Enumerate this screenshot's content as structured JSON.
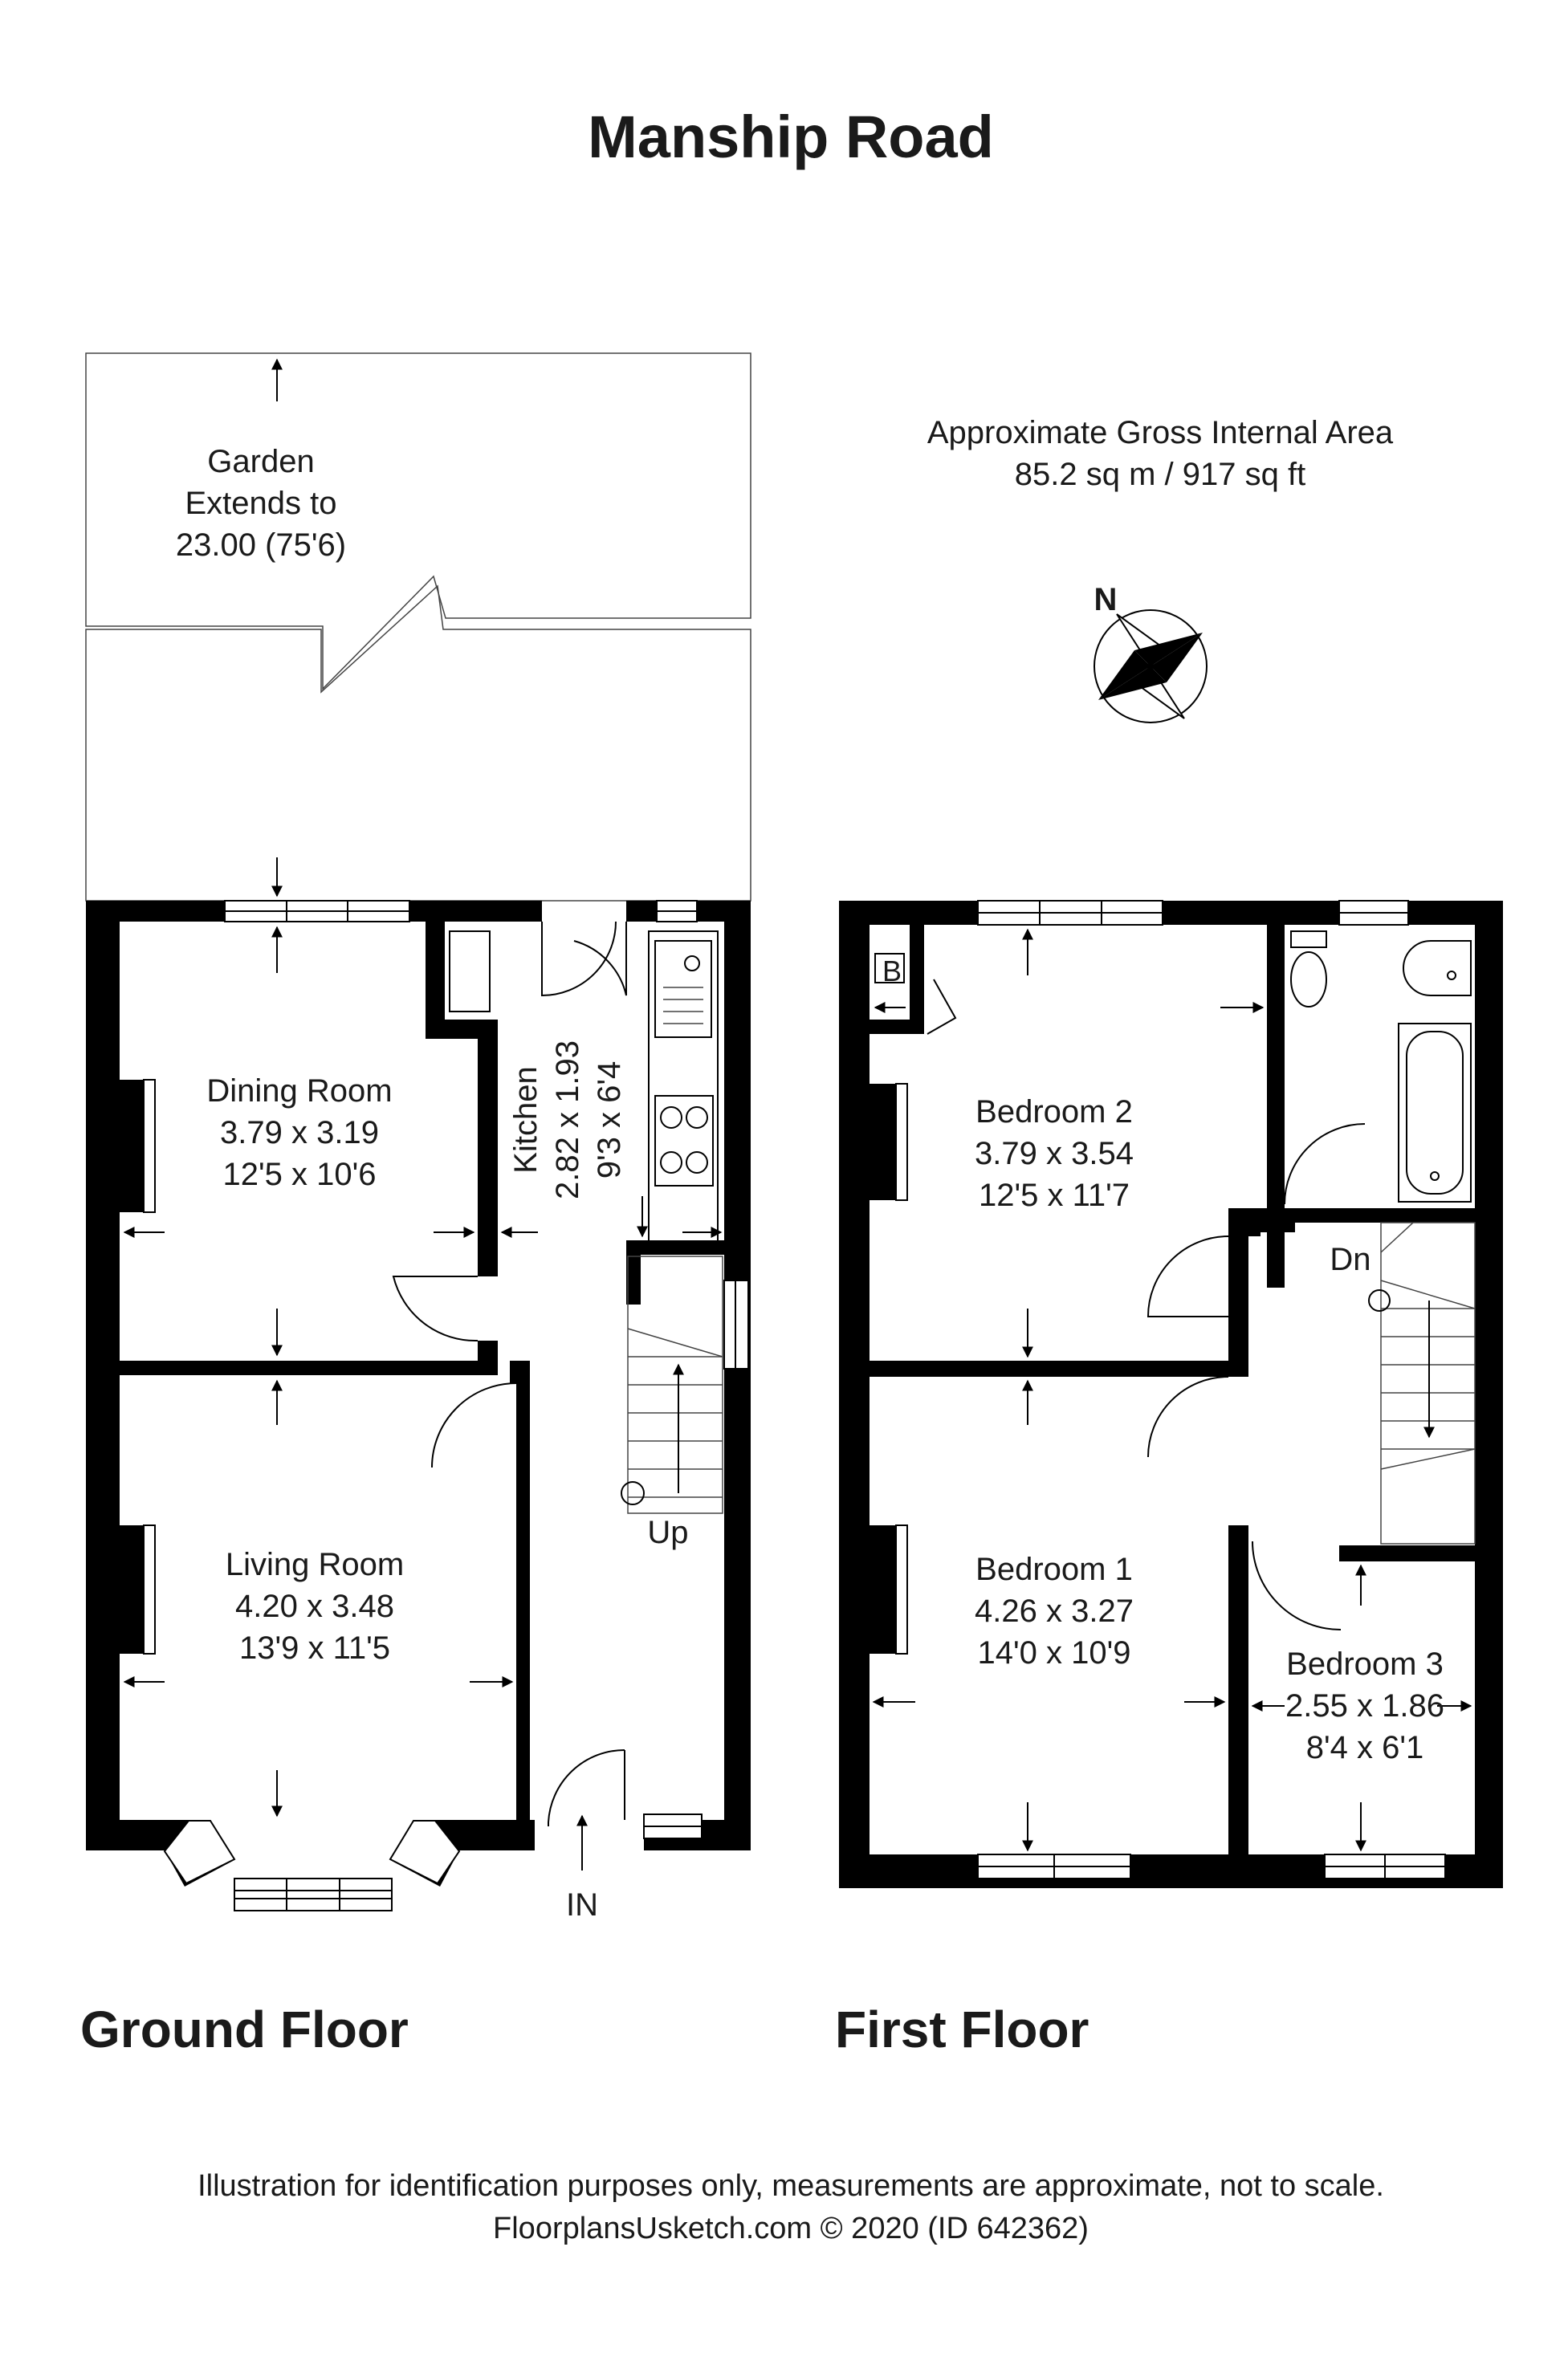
{
  "title": "Manship Road",
  "area": {
    "line1": "Approximate Gross Internal Area",
    "line2": "85.2 sq m / 917 sq ft"
  },
  "compass": {
    "label": "N"
  },
  "garden": {
    "line1": "Garden",
    "line2": "Extends to",
    "line3": "23.00 (75'6)"
  },
  "ground_floor": {
    "label": "Ground Floor",
    "rooms": [
      {
        "name": "Dining Room",
        "metric": "3.79 x 3.19",
        "imperial": "12'5 x 10'6"
      },
      {
        "name": "Living Room",
        "metric": "4.20 x 3.48",
        "imperial": "13'9 x 11'5"
      },
      {
        "name": "Kitchen",
        "metric": "2.82 x 1.93",
        "imperial": "9'3 x 6'4"
      }
    ],
    "stairs_label": "Up",
    "entrance_label": "IN"
  },
  "first_floor": {
    "label": "First Floor",
    "rooms": [
      {
        "name": "Bedroom 2",
        "metric": "3.79 x 3.54",
        "imperial": "12'5 x 11'7"
      },
      {
        "name": "Bedroom 1",
        "metric": "4.26 x 3.27",
        "imperial": "14'0 x 10'9"
      },
      {
        "name": "Bedroom 3",
        "metric": "2.55 x 1.86",
        "imperial": "8'4 x 6'1"
      }
    ],
    "stairs_label": "Dn",
    "boiler_label": "B"
  },
  "footer": {
    "line1": "Illustration for identification purposes only, measurements are approximate, not to scale.",
    "line2": "FloorplansUsketch.com © 2020 (ID 642362)"
  }
}
